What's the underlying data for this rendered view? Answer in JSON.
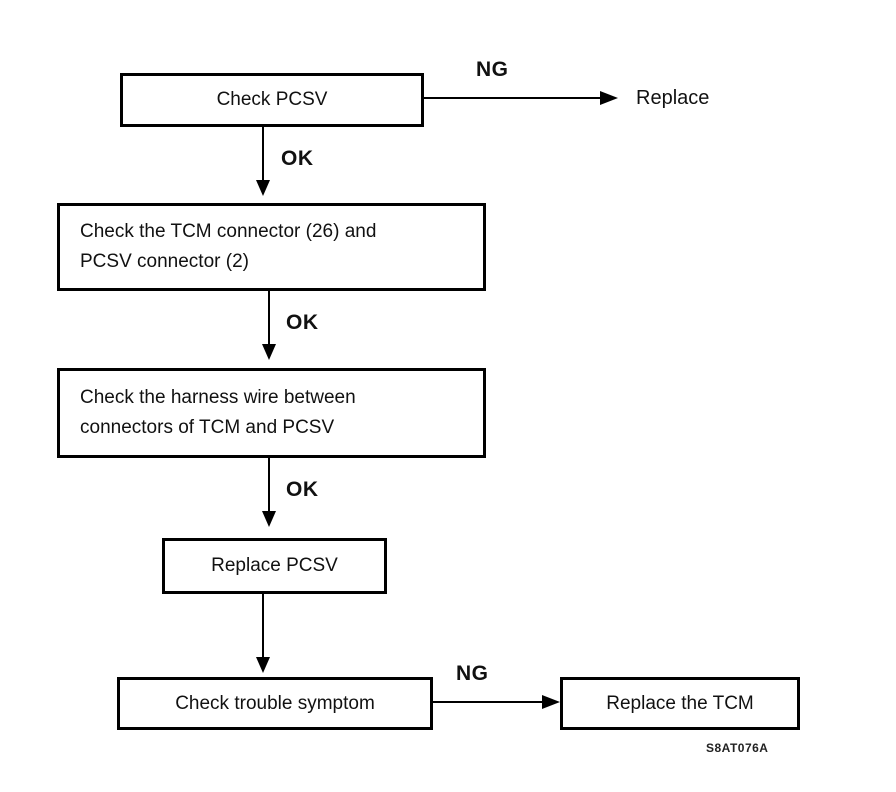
{
  "diagram": {
    "type": "flowchart",
    "figure_code": "S8AT076A",
    "colors": {
      "line": "#000000",
      "background": "#ffffff",
      "text": "#111111"
    },
    "nodes": {
      "check_pcsv": {
        "label": "Check PCSV"
      },
      "check_connectors": {
        "line1": "Check the TCM connector (26) and",
        "line2": "PCSV connector (2)"
      },
      "check_harness": {
        "line1": "Check the harness wire between",
        "line2": "connectors of TCM and PCSV"
      },
      "replace_pcsv": {
        "label": "Replace PCSV"
      },
      "check_trouble": {
        "label": "Check trouble symptom"
      },
      "replace_tcm": {
        "label": "Replace the TCM"
      }
    },
    "terminals": {
      "replace": "Replace"
    },
    "edge_labels": {
      "ng1": "NG",
      "ok1": "OK",
      "ok2": "OK",
      "ok3": "OK",
      "ng2": "NG"
    },
    "edges": [
      {
        "from": "check_pcsv",
        "to": "replace",
        "label": "NG"
      },
      {
        "from": "check_pcsv",
        "to": "check_connectors",
        "label": "OK"
      },
      {
        "from": "check_connectors",
        "to": "check_harness",
        "label": "OK"
      },
      {
        "from": "check_harness",
        "to": "replace_pcsv",
        "label": "OK"
      },
      {
        "from": "replace_pcsv",
        "to": "check_trouble",
        "label": ""
      },
      {
        "from": "check_trouble",
        "to": "replace_tcm",
        "label": "NG"
      }
    ]
  }
}
